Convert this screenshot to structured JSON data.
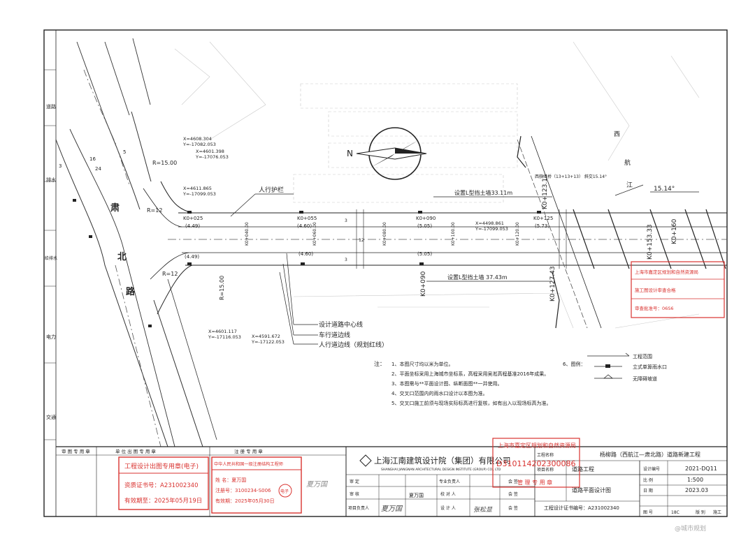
{
  "plan": {
    "road_name_chars": [
      "肃",
      "北",
      "路"
    ],
    "west_river_chars": [
      "西",
      "航",
      "江"
    ],
    "angle_right": "15.14°",
    "guardrail_label": "人行护栏",
    "wall_top": "设置L型挡土墙33.11m",
    "wall_bottom": "设置L型挡土墙 37.43m",
    "legend_lines": [
      "设计道路中心线",
      "车行道边线",
      "人行道边线（规划红线）"
    ],
    "river_label": "西航江桥（13+13+13） 斜交15.14°",
    "radius_top": "R=15.00",
    "radius_bottom": "R=15.00",
    "radius_12a": "R=12",
    "radius_12b": "R=12",
    "coords": [
      {
        "x": "X=4608.304",
        "y": "Y=-17082.053"
      },
      {
        "x": "X=4601.398",
        "y": "Y=-17076.053"
      },
      {
        "x": "X=4611.865",
        "y": "Y=-17099.053"
      },
      {
        "x": "X=4498.861",
        "y": "Y=-17099.053"
      },
      {
        "x": "X=4601.117",
        "y": "Y=-17116.053"
      },
      {
        "x": "X=4591.672",
        "y": "Y=-17122.053"
      }
    ],
    "stations": [
      "K0+025",
      "K0+055",
      "K0+090",
      "K0+125",
      "K0+090",
      "K0+123.11",
      "K0+127.43",
      "K0+153.33",
      "K0+160"
    ],
    "elevations": [
      "(4.49)",
      "(4.60)",
      "(5.05)",
      "(5.73)",
      "(4.60)",
      "(5.05)",
      "(4.49)"
    ],
    "lane_numbers": [
      "3",
      "16",
      "24",
      "5",
      "3",
      "12",
      "3"
    ]
  },
  "notes": {
    "title": "注：",
    "items": [
      "1、本图尺寸均以米为单位。",
      "2、平面坐标采用上海城市坐标系，高程采用吴淞高程基准2016年成果。",
      "3、本图需与**平面设计图、纵断面图**一并使用。",
      "4、交叉口范围内的雨水口设计以本图为准。",
      "5、交叉口施工前须与现场实际标高进行复核，如有出入以现场标高为准。"
    ],
    "legend_title": "6、图例：",
    "legend_items": [
      "工程范围",
      "立式单箅雨水口",
      "无障碍坡道"
    ]
  },
  "left_strip": [
    "道路",
    "排水",
    "给排水",
    "电力",
    "交通"
  ],
  "stamps": {
    "header": [
      "审 图 专 用 章",
      "单 位 出 图 专 用 章",
      "注   册   专   用   章"
    ],
    "unit_seal_title": "工程设计出图专用章(电子)",
    "unit_seal_cert": "资质证书号：A231002340",
    "unit_seal_valid": "有效期至：2025年05月19日",
    "reg_seal_title": "中华人民共和国一级注册结构工程师",
    "reg_seal_name": "姓  名：夏万国",
    "reg_seal_no": "注册号：3100234-S006",
    "reg_seal_valid": "有效期：2025年05月30日",
    "reg_seal_mark": "电子",
    "right_seal_1": "上海市嘉定区规划和自然资源局",
    "right_seal_2": "D310114202300086",
    "right_seal_3": "管  理  专  用  章",
    "top_right_seal_1": "上海市嘉定区规划和自然资源局",
    "top_right_seal_2": "施工图设计审查合格",
    "top_right_seal_3": "审查批准号：06S6",
    "signature": "夏万国"
  },
  "title_block": {
    "company": "上海江南建筑设计院（集团）有限公司",
    "company_en": "SHANGHAI JIANGNAN ARCHITECTURAL DESIGN INSTITUTE (GROUP) CO., LTD",
    "project_name": "杨柳路（西航江—肃北路）道路新建工程",
    "project_label_1": "工程名称",
    "project_label_2": "项目名称",
    "discipline": "道路工程",
    "drawing_title": "道路平面设计图",
    "labels": [
      "审  定",
      "审  核",
      "项目负责人",
      "专业负责人",
      "校  对  人",
      "设  计  人",
      "会  签",
      "会  签",
      "会  签"
    ],
    "names": [
      "夏万国",
      "夏万国",
      "张松显"
    ],
    "cert_line": "工程设计证书编号：A231002340",
    "right_labels": [
      "设计编号",
      "比  例",
      "日  期",
      "图  号"
    ],
    "right_values": [
      "2021-DQ11",
      "1:500",
      "2023.03",
      "18C"
    ],
    "sheet_labels": [
      "版 别",
      "施工"
    ]
  },
  "watermark": "@城市规划"
}
